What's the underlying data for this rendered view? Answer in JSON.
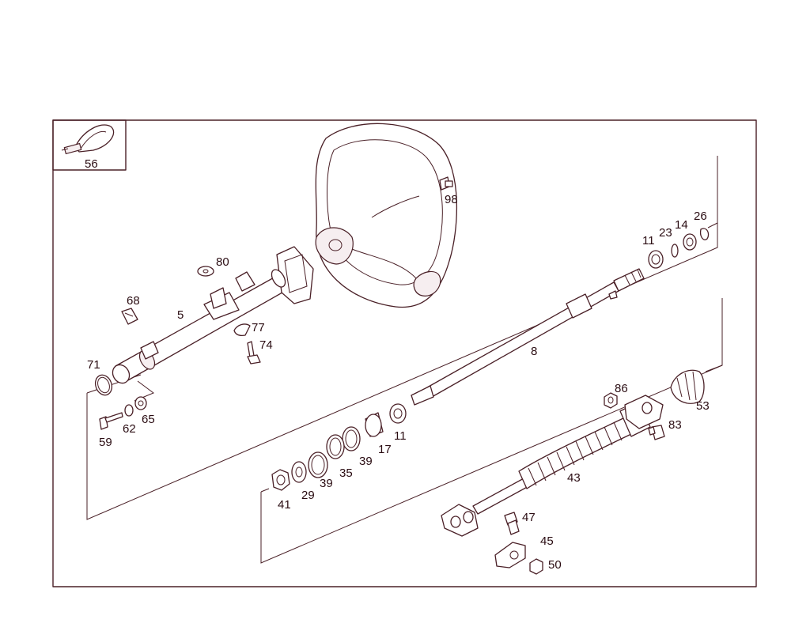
{
  "inset_label": "56",
  "callouts": {
    "c98": "98",
    "c26": "26",
    "c14": "14",
    "c23": "23",
    "c11a": "11",
    "c80": "80",
    "c68": "68",
    "c5": "5",
    "c77": "77",
    "c74": "74",
    "c8": "8",
    "c71": "71",
    "c65": "65",
    "c62": "62",
    "c59": "59",
    "c86": "86",
    "c53": "53",
    "c83": "83",
    "c11b": "11",
    "c17": "17",
    "c39a": "39",
    "c39b": "39",
    "c35": "35",
    "c29": "29",
    "c41": "41",
    "c43": "43",
    "c47": "47",
    "c45": "45",
    "c50": "50"
  }
}
